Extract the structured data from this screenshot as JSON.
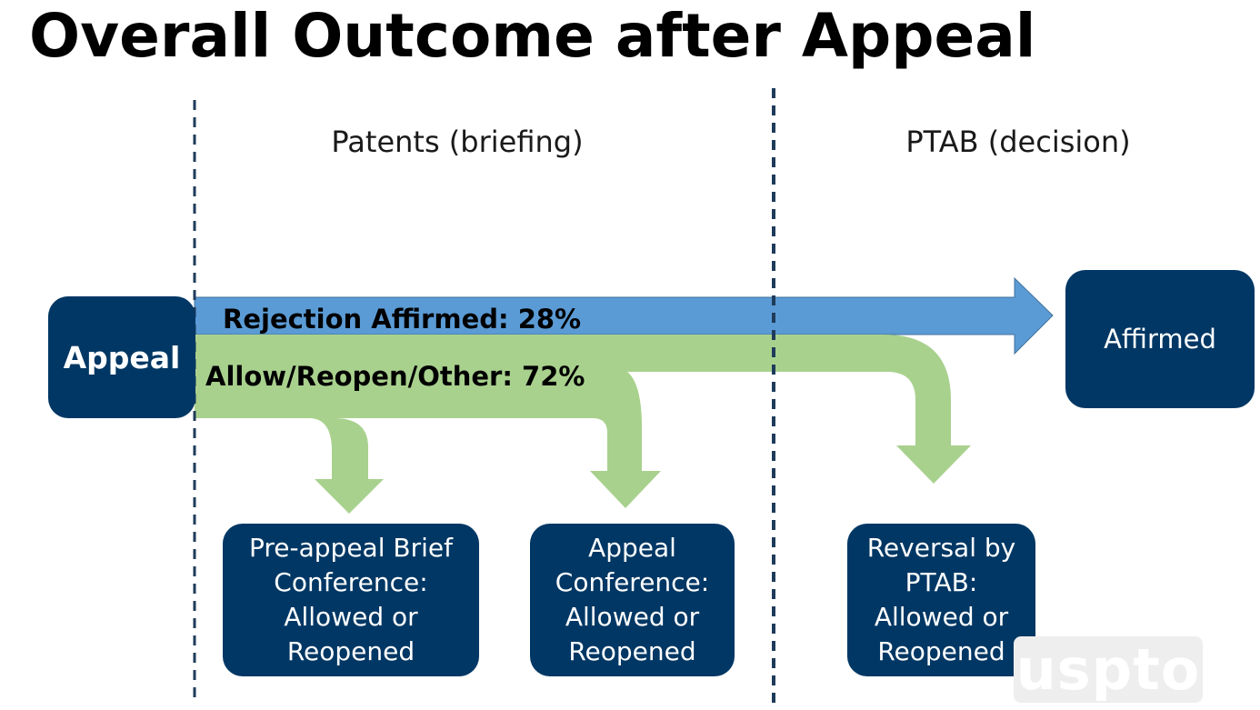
{
  "title": "Overall Outcome after Appeal",
  "phases": {
    "patents": "Patents (briefing)",
    "ptab": "PTAB (decision)"
  },
  "source": "Appeal",
  "flows": {
    "rejection": {
      "label": "Rejection Affirmed: 28%",
      "percent": 28,
      "color": "#5b9bd5"
    },
    "allow": {
      "label": "Allow/Reopen/Other: 72%",
      "percent": 72,
      "color": "#a9d18e"
    }
  },
  "outcomes": {
    "affirmed": "Affirmed",
    "preappeal": [
      "Pre-appeal Brief",
      "Conference:",
      "Allowed or",
      "Reopened"
    ],
    "conference": [
      "Appeal",
      "Conference:",
      "Allowed or",
      "Reopened"
    ],
    "reversal": [
      "Reversal by",
      "PTAB:",
      "Allowed or",
      "Reopened"
    ]
  },
  "colors": {
    "box": "#003764",
    "divider": "#1f3b5a"
  },
  "logo": "uspto"
}
